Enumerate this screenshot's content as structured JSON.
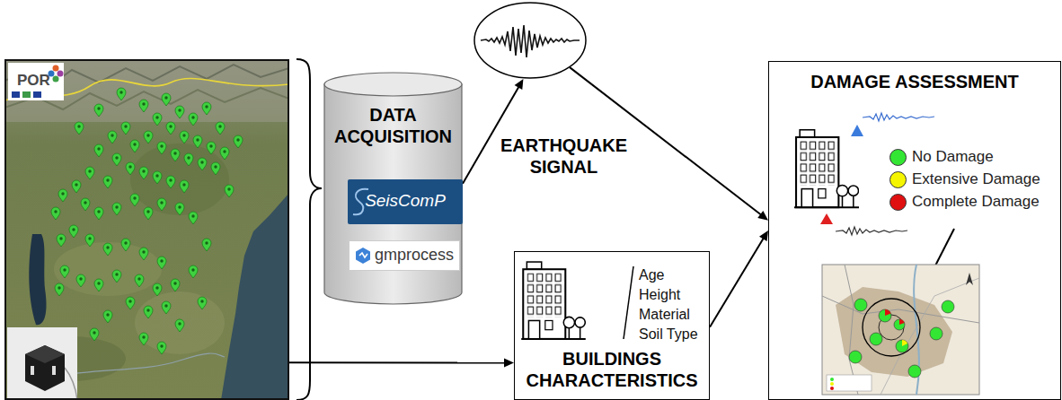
{
  "diagram": {
    "nodes": [
      {
        "text": [
          "POR"
        ]
      },
      {
        "text": [
          "DATA ACQUISITION"
        ]
      },
      {
        "text": [
          "SeisComP"
        ],
        "in": 1
      },
      {
        "text": [
          "gmprocess"
        ],
        "in": 1
      },
      {
        "text": [
          "EARTHQUAKE SIGNAL"
        ]
      },
      {
        "text": [
          "Age",
          "Height",
          "Material",
          "Soil Type",
          "BUILDINGS CHARACTERISTICS"
        ]
      },
      {
        "text": [
          "DAMAGE ASSESSMENT"
        ]
      }
    ],
    "edges": [
      {
        "from": 1,
        "to": 4,
        "arrow": "to"
      },
      {
        "from": 0,
        "to": 5,
        "arrow": "to"
      },
      {
        "from": 4,
        "to": 6,
        "arrow": "to"
      },
      {
        "from": 5,
        "to": 6,
        "arrow": "to"
      }
    ],
    "legend": [
      {
        "text": "No Damage",
        "color": "#33e633"
      },
      {
        "text": "Extensive Damage",
        "color": "#f5f500"
      },
      {
        "text": "Complete Damage",
        "color": "#e01010"
      }
    ]
  }
}
